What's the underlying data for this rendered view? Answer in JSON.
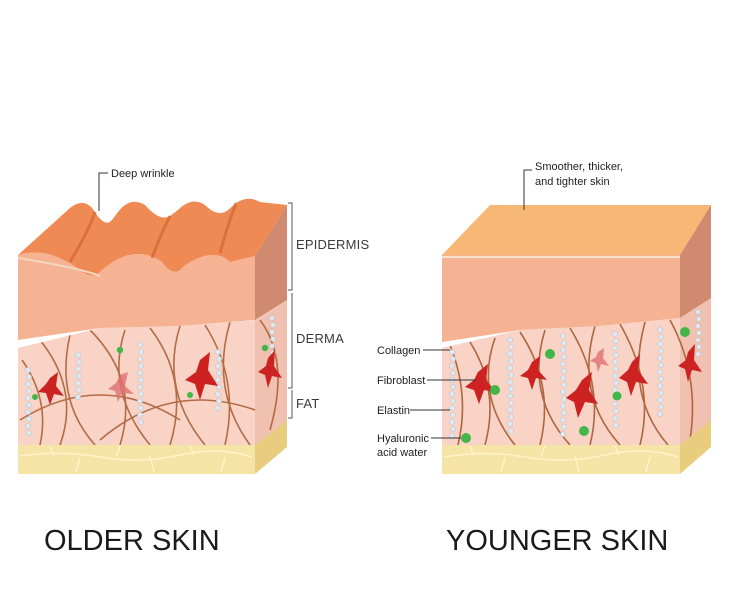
{
  "older": {
    "title": "OLDER SKIN",
    "callout": "Deep wrinkle",
    "layers": [
      "EPIDERMIS",
      "DERMA",
      "FAT"
    ]
  },
  "younger": {
    "title": "YOUNGER SKIN",
    "callout_lines": [
      "Smoother, thicker,",
      "and tighter skin"
    ],
    "labels": {
      "collagen": "Collagen",
      "fibroblast": "Fibroblast",
      "elastin": "Elastin",
      "hyaluronic_lines": [
        "Hyaluronic",
        "acid water"
      ]
    }
  },
  "colors": {
    "epidermis_top": "#f08a55",
    "epidermis_front": "#f6b393",
    "epidermis_side": "#d08a70",
    "epidermis_top_young": "#f7b875",
    "derma_front": "#f8d3c6",
    "derma_side": "#e9b8a8",
    "fat_front": "#f6e3a6",
    "fat_side": "#e9cd7f",
    "collagen": "#a85a30",
    "fibroblast": "#cc2222",
    "elastin": "#dfe6ee",
    "hyaluronic": "#43b64a"
  }
}
